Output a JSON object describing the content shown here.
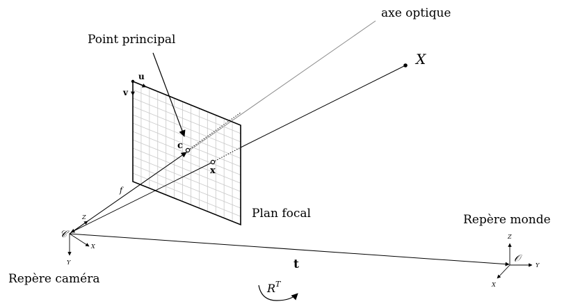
{
  "labels": {
    "optical_axis": "axe optique",
    "principal_point": "Point principal",
    "world_point": "X",
    "principal_point_symbol": "c",
    "image_point_symbol": "x",
    "image_u": "u",
    "image_v": "v",
    "focal_length": "f",
    "focal_plane": "Plan focal",
    "world_frame": "Repère monde",
    "camera_frame": "Repère caméra",
    "camera_center": "𝒞",
    "world_origin": "𝒪",
    "translation": "t",
    "rotation": "R",
    "rotation_exponent": "T",
    "camera_axis_x": "X",
    "camera_axis_y": "Y",
    "camera_axis_z": "Z",
    "world_axis_x": "X",
    "world_axis_y": "Y",
    "world_axis_z": "Z"
  }
}
